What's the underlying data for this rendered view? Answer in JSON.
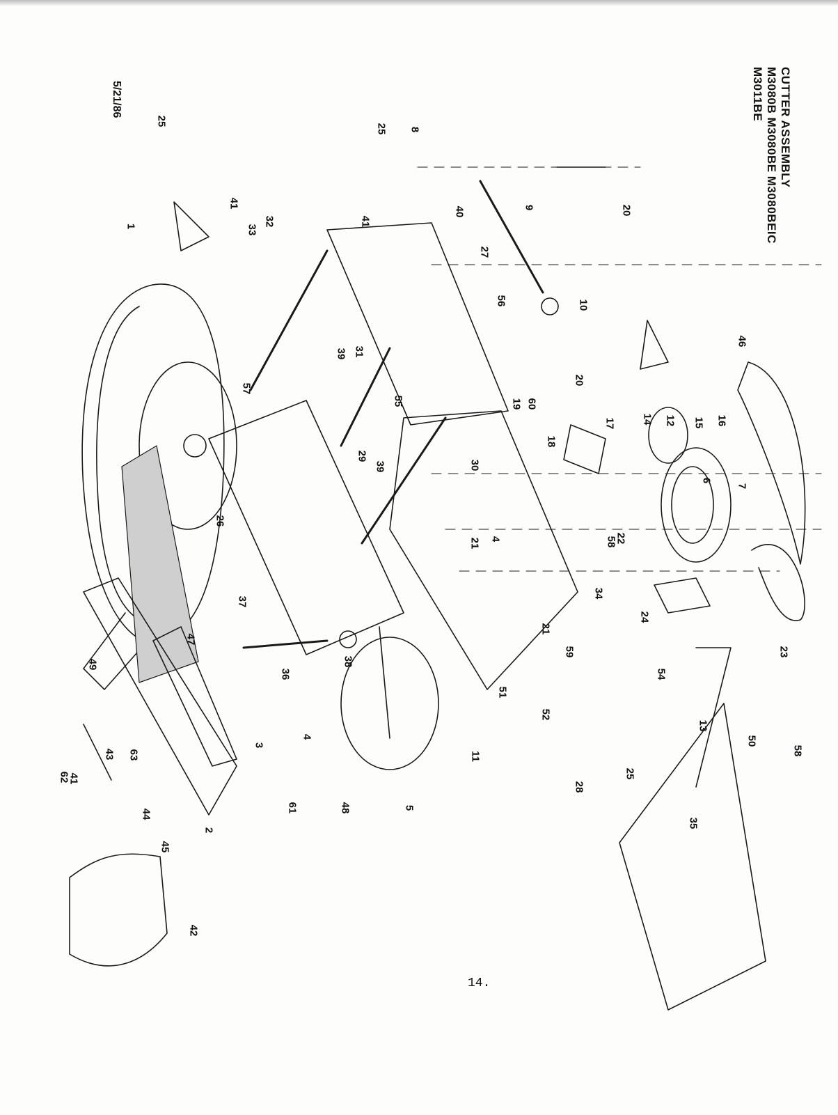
{
  "header": {
    "title": "CUTTER ASSEMBLY",
    "models_line1": "M3080B  M3080BE  M3080BEIC",
    "models_line2": "M3011BE"
  },
  "date": "5/21/86",
  "page_number": "14.",
  "callouts": [
    "1",
    "2",
    "3",
    "4",
    "4",
    "5",
    "6",
    "7",
    "8",
    "9",
    "10",
    "11",
    "12",
    "13",
    "14",
    "15",
    "16",
    "17",
    "18",
    "19",
    "20",
    "20",
    "21",
    "21",
    "22",
    "23",
    "24",
    "25",
    "25",
    "25",
    "26",
    "27",
    "28",
    "29",
    "30",
    "31",
    "32",
    "33",
    "34",
    "35",
    "36",
    "37",
    "38",
    "39",
    "39",
    "40",
    "41",
    "41",
    "41",
    "42",
    "43",
    "44",
    "45",
    "46",
    "47",
    "48",
    "49",
    "50",
    "51",
    "52",
    "54",
    "55",
    "56",
    "57",
    "58",
    "58",
    "59",
    "60",
    "61",
    "62",
    "63"
  ]
}
